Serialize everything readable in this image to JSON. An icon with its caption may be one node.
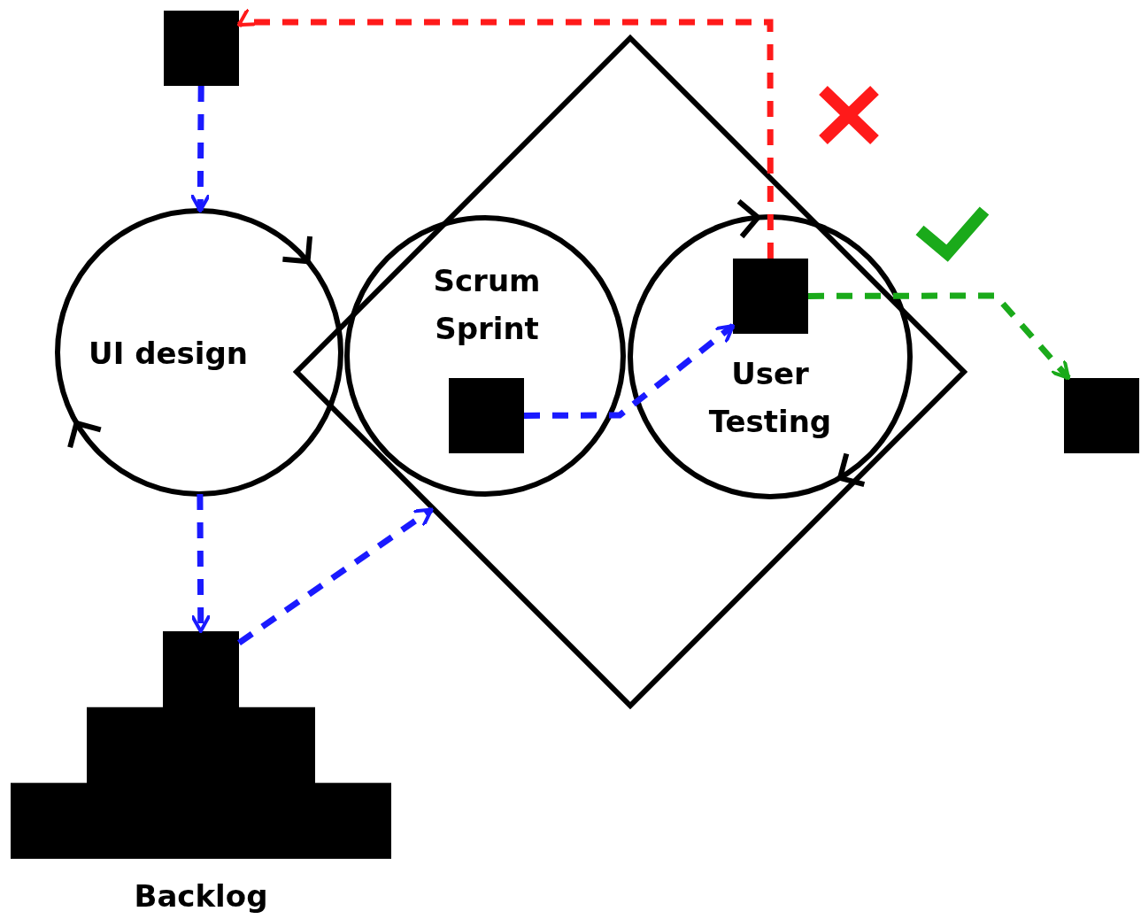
{
  "diagram": {
    "nodes": [
      {
        "text": [],
        "shape": "box"
      },
      {
        "text": [
          "UI design"
        ]
      },
      {
        "text": [],
        "shape": "diamond"
      },
      {
        "text": [
          "Scrum Sprint"
        ],
        "in": 2
      },
      {
        "text": [],
        "shape": "box",
        "in": 3
      },
      {
        "text": [
          "User Testing"
        ],
        "in": 2
      },
      {
        "text": [],
        "shape": "box",
        "in": 5
      },
      {
        "text": [],
        "shape": "box"
      },
      {
        "text": [
          "Backlog"
        ]
      }
    ],
    "edges": [
      {
        "from": 0,
        "to": 1,
        "arrow": "to",
        "style": "dashed"
      },
      {
        "from": 1,
        "to": 8,
        "arrow": "to",
        "style": "dashed"
      },
      {
        "from": 8,
        "to": 2,
        "arrow": "to",
        "style": "dashed"
      },
      {
        "from": 4,
        "to": 6,
        "arrow": "to",
        "style": "dashed"
      },
      {
        "from": 6,
        "to": 0,
        "arrow": "to",
        "style": "dashed",
        "color": "#ff1a1a"
      },
      {
        "from": 6,
        "to": 7,
        "arrow": "to",
        "style": "dashed",
        "color": "#1aaa1a"
      }
    ]
  }
}
